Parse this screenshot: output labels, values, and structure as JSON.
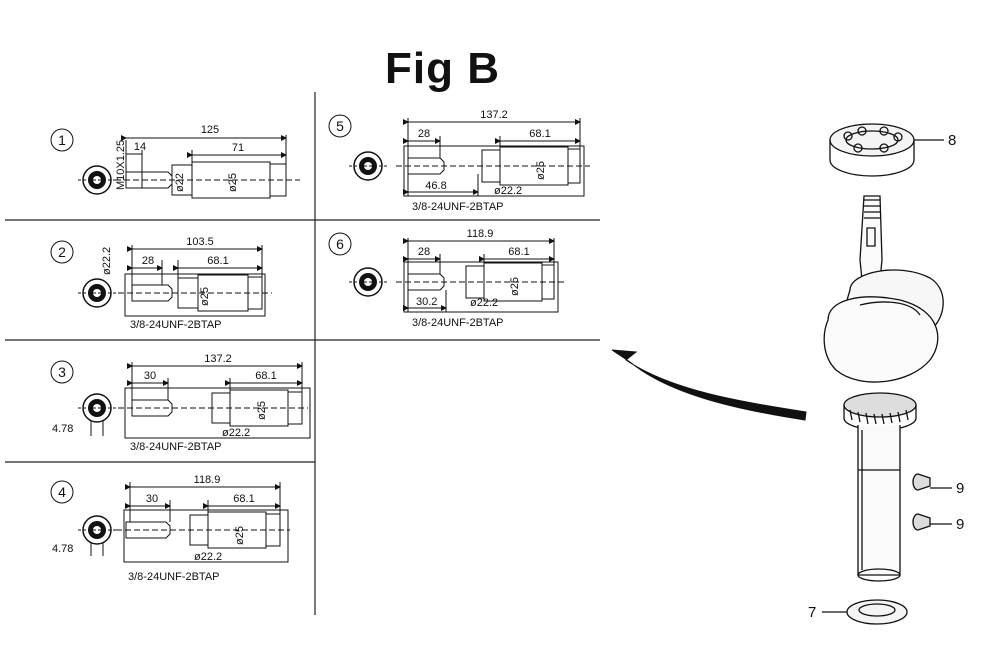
{
  "title": "Fig B",
  "panels": [
    {
      "id": "1",
      "len": "125",
      "a": "14",
      "b": "71",
      "d1": "ø22",
      "d2": "ø25",
      "thread": "M10X1.25"
    },
    {
      "id": "2",
      "len": "103.5",
      "a": "28",
      "b": "68.1",
      "d1": "ø22.2",
      "d2": "ø25",
      "spec": "3/8-24UNF-2BTAP"
    },
    {
      "id": "3",
      "len": "137.2",
      "a": "30",
      "b": "68.1",
      "d1": "ø22.2",
      "d2": "ø25",
      "side": "4.78",
      "spec": "3/8-24UNF-2BTAP"
    },
    {
      "id": "4",
      "len": "118.9",
      "a": "30",
      "b": "68.1",
      "d1": "ø22.2",
      "d2": "ø25",
      "side": "4.78",
      "spec": "3/8-24UNF-2BTAP"
    },
    {
      "id": "5",
      "len": "137.2",
      "a": "28",
      "b": "68.1",
      "c": "46.8",
      "d1": "ø22.2",
      "d2": "ø25",
      "spec": "3/8-24UNF-2BTAP"
    },
    {
      "id": "6",
      "len": "118.9",
      "a": "28",
      "b": "68.1",
      "c": "30.2",
      "d1": "ø22.2",
      "d2": "ø25",
      "spec": "3/8-24UNF-2BTAP"
    }
  ],
  "callouts": {
    "bearing": "8",
    "key_top": "9",
    "key_bottom": "9",
    "seal": "7"
  }
}
